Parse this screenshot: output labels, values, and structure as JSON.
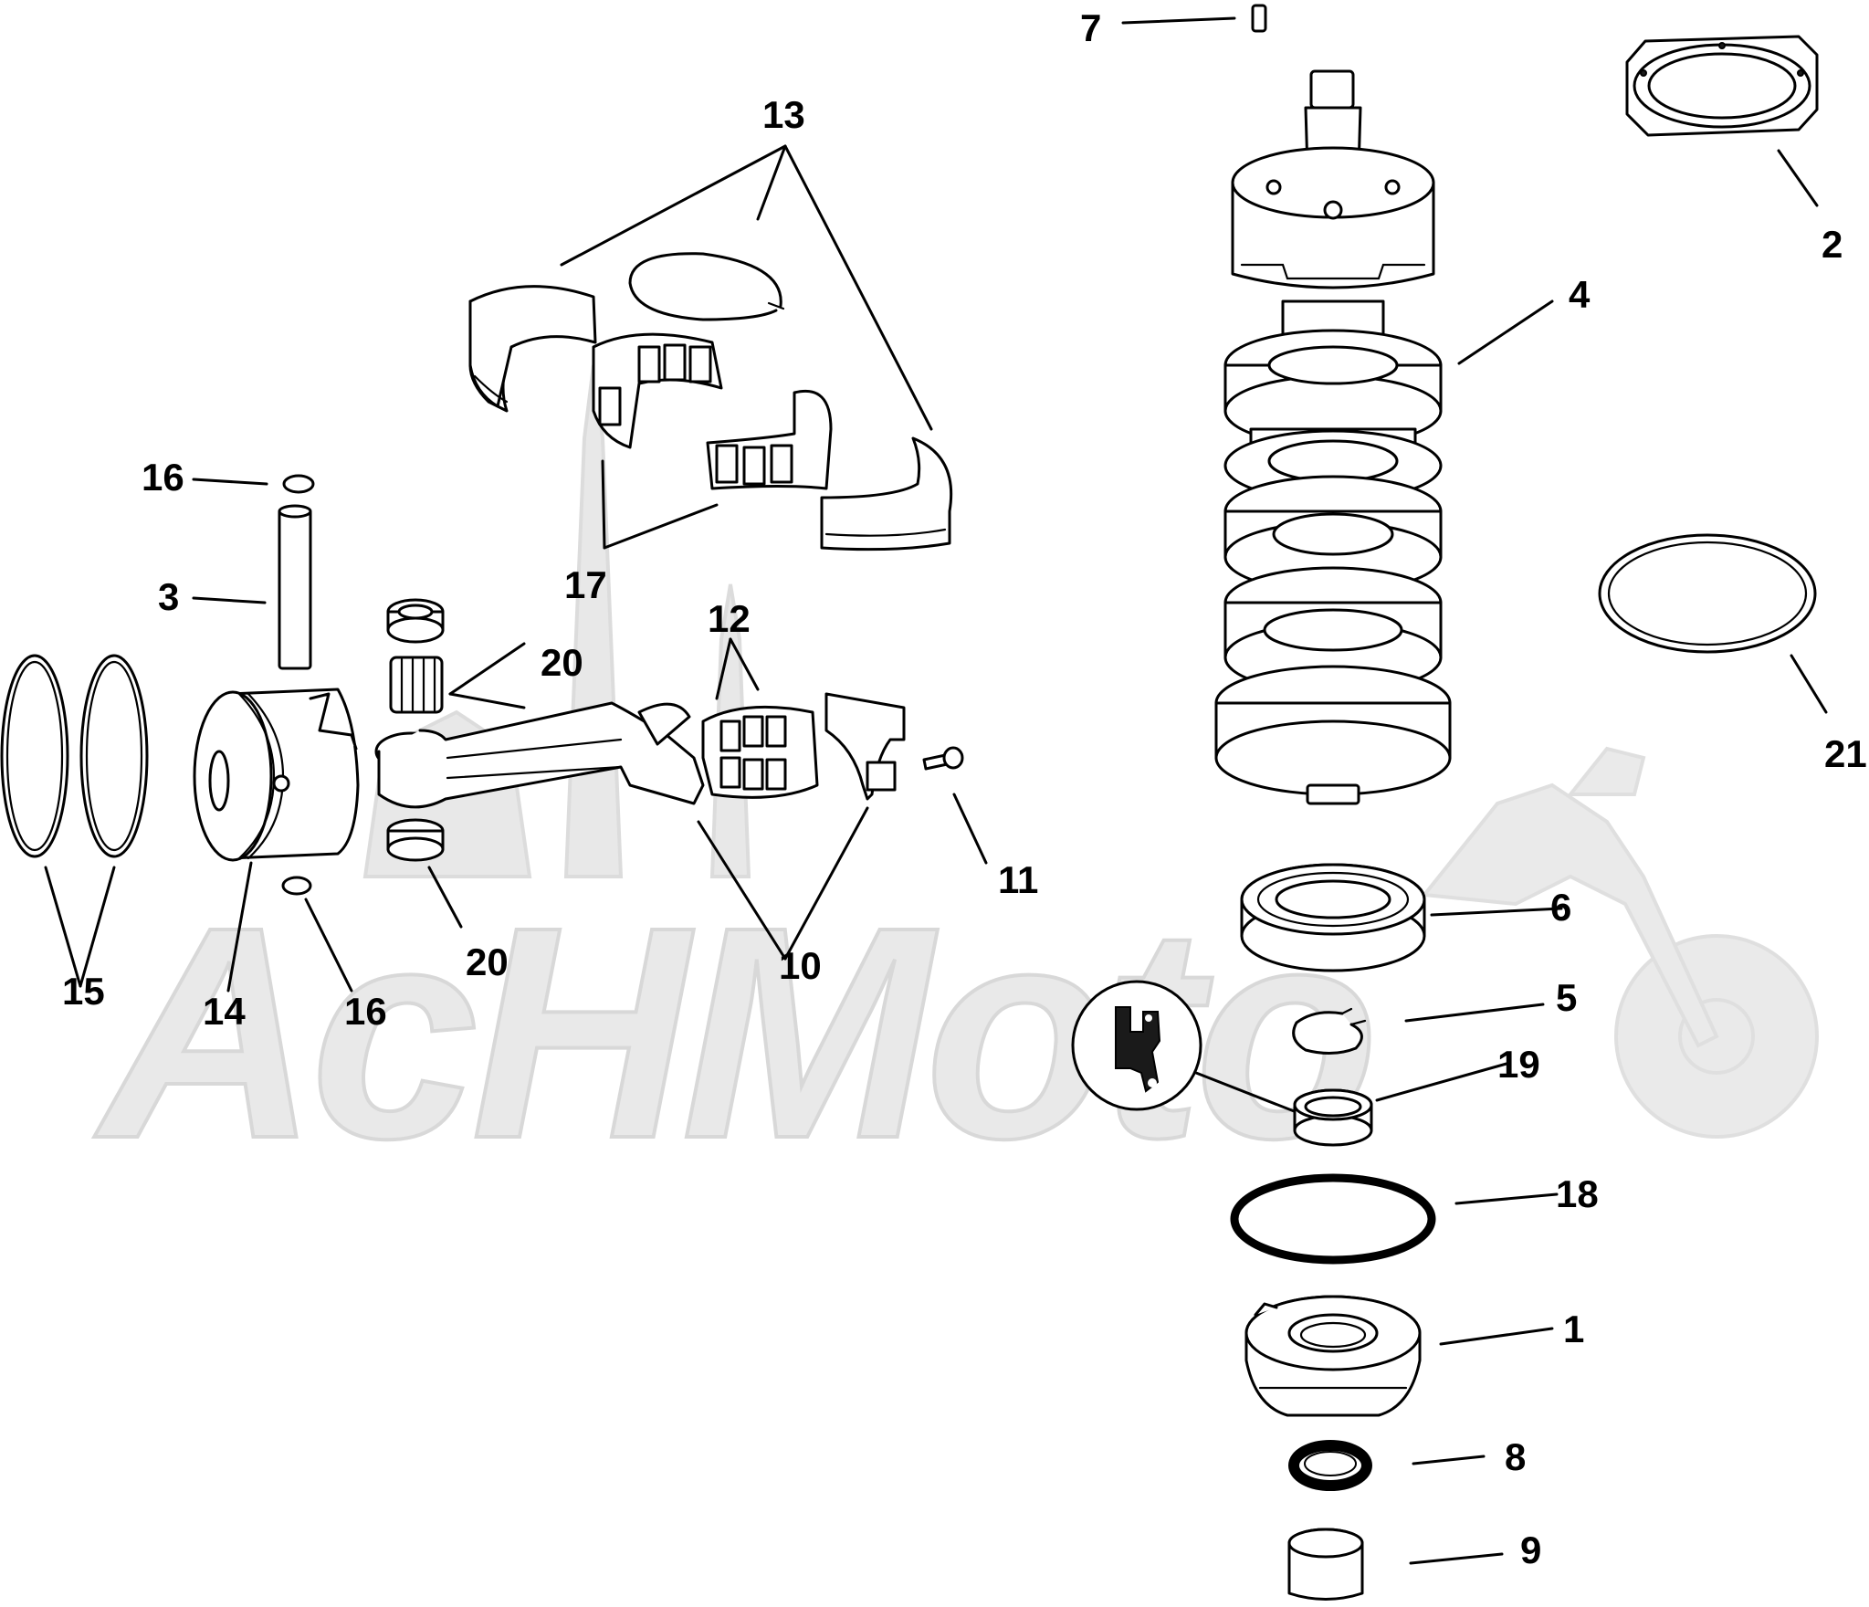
{
  "callouts": [
    {
      "id": "c7",
      "text": "7"
    },
    {
      "id": "c2",
      "text": "2"
    },
    {
      "id": "c4",
      "text": "4"
    },
    {
      "id": "c13",
      "text": "13"
    },
    {
      "id": "c16a",
      "text": "16"
    },
    {
      "id": "c3",
      "text": "3"
    },
    {
      "id": "c17",
      "text": "17"
    },
    {
      "id": "c20a",
      "text": "20"
    },
    {
      "id": "c12",
      "text": "12"
    },
    {
      "id": "c21",
      "text": "21"
    },
    {
      "id": "c11",
      "text": "11"
    },
    {
      "id": "c6",
      "text": "6"
    },
    {
      "id": "c20b",
      "text": "20"
    },
    {
      "id": "c10",
      "text": "10"
    },
    {
      "id": "c15",
      "text": "15"
    },
    {
      "id": "c14",
      "text": "14"
    },
    {
      "id": "c16b",
      "text": "16"
    },
    {
      "id": "c5",
      "text": "5"
    },
    {
      "id": "c19",
      "text": "19"
    },
    {
      "id": "c18",
      "text": "18"
    },
    {
      "id": "c1",
      "text": "1"
    },
    {
      "id": "c8",
      "text": "8"
    },
    {
      "id": "c9",
      "text": "9"
    }
  ],
  "watermark": {
    "text": "AcHMoto"
  },
  "sealant_symbol": {
    "icon": "thread-sealant-icon"
  },
  "colors": {
    "line": "#000000",
    "watermark": "#e8e8e8",
    "background": "#ffffff"
  }
}
